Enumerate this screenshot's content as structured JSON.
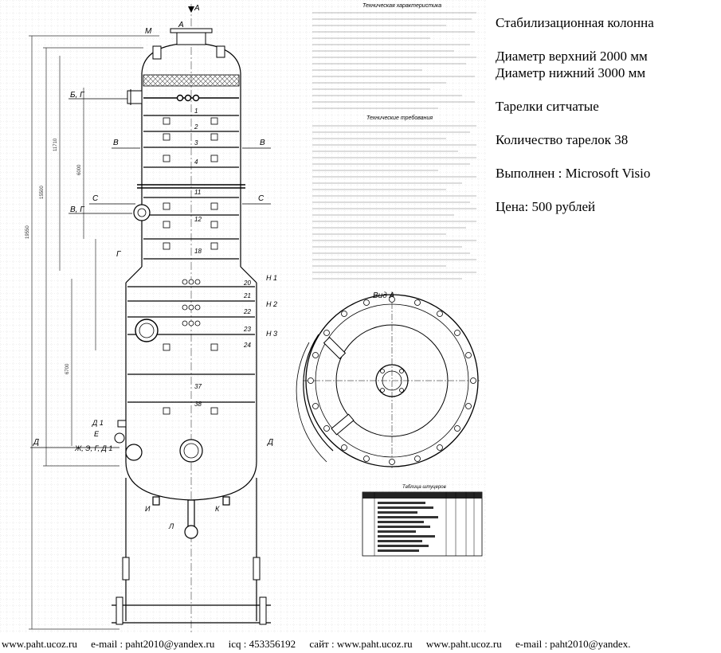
{
  "info": {
    "title": "Стабилизационная колонна",
    "diameter_top": "Диаметр верхний 2000 мм",
    "diameter_bottom": "Диаметр нижний 3000 мм",
    "trays": "Тарелки ситчатые",
    "tray_count": "Количество тарелок 38",
    "made_in": "Выполнен : Microsoft Visio",
    "price": "Цена: 500 рублей"
  },
  "footer": {
    "site1": "www.paht.ucoz.ru",
    "email1": "e-mail : paht2010@yandex.ru",
    "icq": "icq : 453356192",
    "site2": "сайт : www.paht.ucoz.ru",
    "site3": "www.paht.ucoz.ru",
    "email2": "e-mail : paht2010@yandex."
  },
  "drawing": {
    "labels": {
      "view_arrow": "А",
      "nozzle_m": "М",
      "nozzle_a": "А",
      "nozzle_b": "Б",
      "nozzle_g1": "Б, Г",
      "nozzle_g2": "В, Г",
      "nozzle_g3": "Г",
      "nozzle_h1": "Н 1",
      "nozzle_h2": "Н 2",
      "nozzle_h3": "Н 3",
      "nozzle_d1": "Д 1",
      "nozzle_e": "Е",
      "nozzle_zh": "Ж, Э, Г, Д 1",
      "nozzle_i": "И",
      "nozzle_k": "К",
      "nozzle_l": "Л",
      "section_b": "В",
      "section_c": "С",
      "section_d": "Д",
      "view_a": "Вид А",
      "table_title": "Таблица штуцеров",
      "spec_title": "Техническая характеристика",
      "req_title": "Технические требования"
    },
    "tray_numbers": [
      "1",
      "2",
      "3",
      "4",
      "11",
      "12",
      "18",
      "20",
      "21",
      "22",
      "23",
      "24",
      "37",
      "38"
    ]
  }
}
